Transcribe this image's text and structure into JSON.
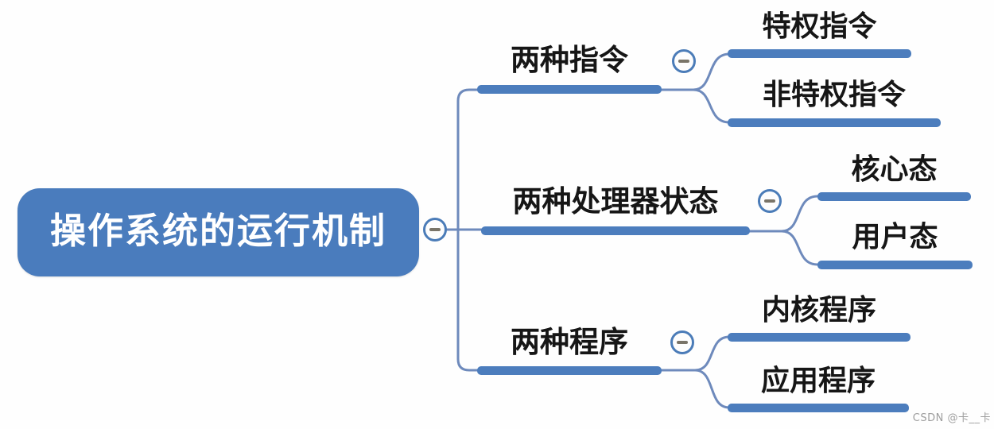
{
  "mindmap": {
    "root": {
      "label": "操作系统的运行机制"
    },
    "branches": [
      {
        "label": "两种指令",
        "children": [
          {
            "label": "特权指令"
          },
          {
            "label": "非特权指令"
          }
        ]
      },
      {
        "label": "两种处理器状态",
        "children": [
          {
            "label": "核心态"
          },
          {
            "label": "用户态"
          }
        ]
      },
      {
        "label": "两种程序",
        "children": [
          {
            "label": "内核程序"
          },
          {
            "label": "应用程序"
          }
        ]
      }
    ],
    "icons": {
      "collapse": "minus-circle"
    }
  },
  "colors": {
    "node_blue": "#4a7cbd",
    "bar_blue": "#4c7dbd",
    "line_blue": "#6e8abc",
    "circle_border_blue": "#4b7cb8",
    "minus_dash_gray": "#797468",
    "label_black": "#161616",
    "root_text_white": "#ffffff",
    "watermark_gray": "#9e9e9e",
    "background": "#fefefe"
  },
  "watermark": "CSDN @卡__卡"
}
